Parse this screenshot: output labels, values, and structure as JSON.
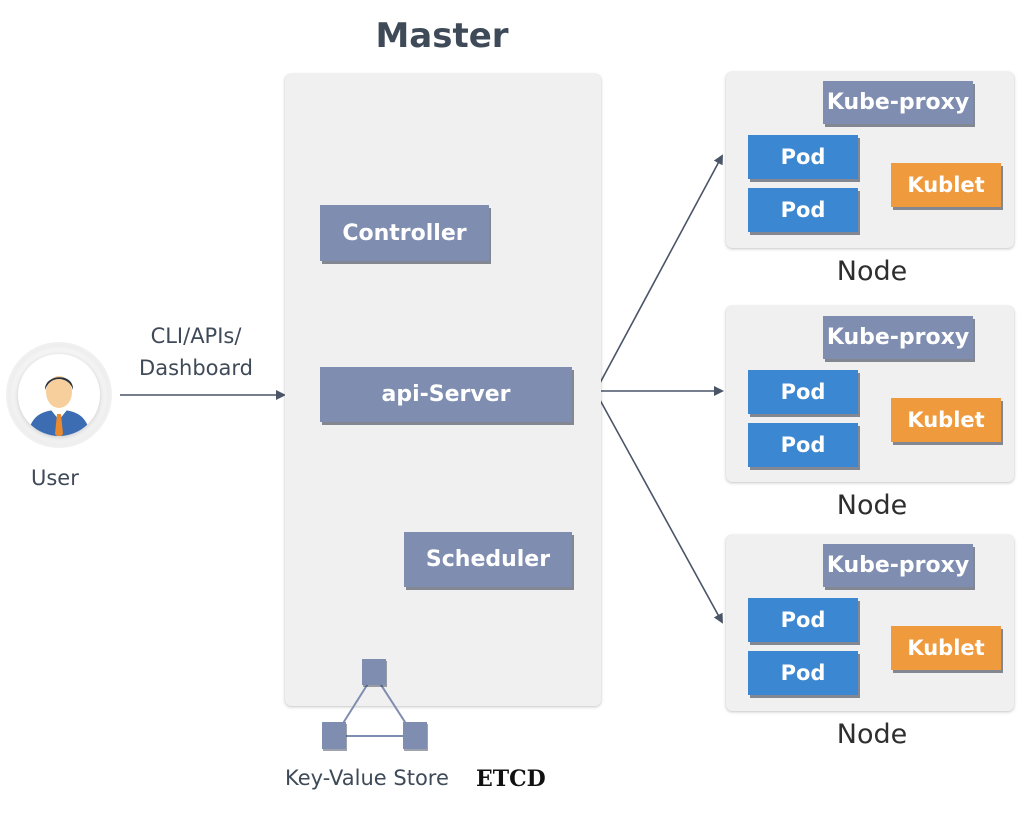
{
  "master": {
    "title": "Master"
  },
  "components": {
    "controller": "Controller",
    "api_server": "api-Server",
    "scheduler": "Scheduler"
  },
  "user": {
    "label": "User",
    "connection_label": "CLI/APIs/\nDashboard"
  },
  "store": {
    "label": "Key-Value Store",
    "name": "ETCD"
  },
  "nodes": [
    {
      "label": "Node",
      "kube_proxy": "Kube-proxy",
      "pods": [
        "Pod",
        "Pod"
      ],
      "kublet": "Kublet"
    },
    {
      "label": "Node",
      "kube_proxy": "Kube-proxy",
      "pods": [
        "Pod",
        "Pod"
      ],
      "kublet": "Kublet"
    },
    {
      "label": "Node",
      "kube_proxy": "Kube-proxy",
      "pods": [
        "Pod",
        "Pod"
      ],
      "kublet": "Kublet"
    }
  ],
  "colors": {
    "component_gray": "#7f8db0",
    "pod_blue": "#3b87d2",
    "kublet_orange": "#ef9a3c",
    "arrow": "#4a5568",
    "panel": "#f0f0f0"
  },
  "icons": {
    "user": "user-avatar-icon"
  }
}
